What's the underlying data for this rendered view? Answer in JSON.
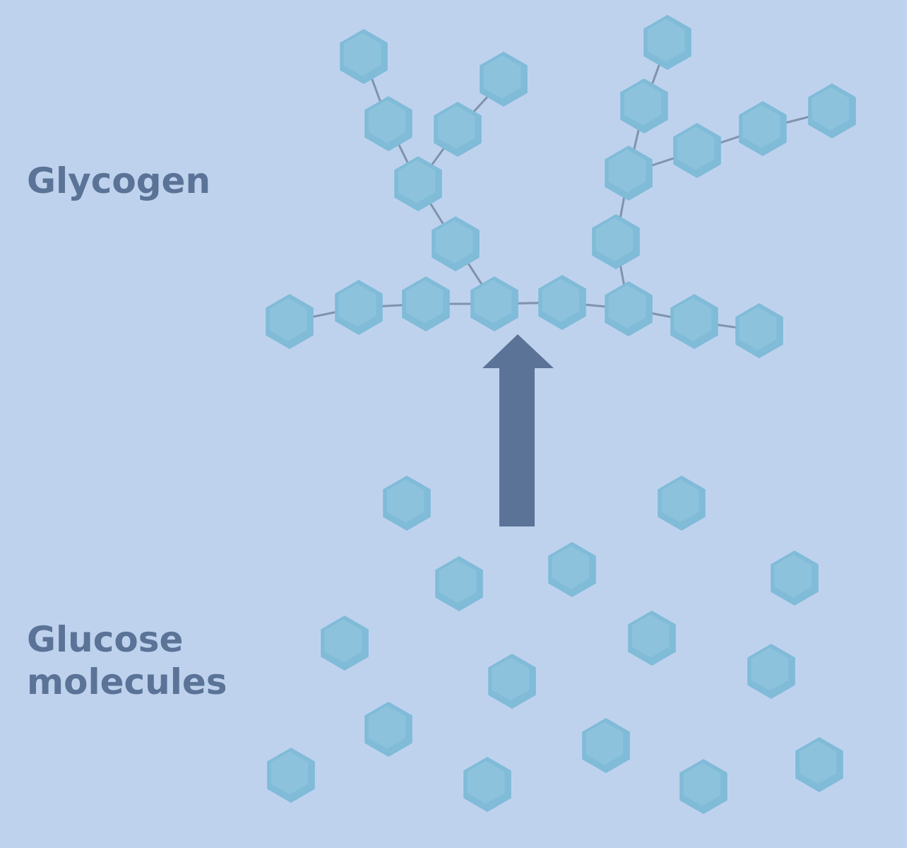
{
  "labels": {
    "glycogen": "Glycogen",
    "glucose_line1": "Glucose",
    "glucose_line2": "molecules"
  },
  "colors": {
    "background": "#bed2ee",
    "hexagon_fill": "#80bbd8",
    "hexagon_highlight": "#a7d2e6",
    "bond": "#7f93ad",
    "arrow": "#5a7396",
    "label_text": "#5a7396"
  },
  "icons": {
    "arrow": "up-arrow-icon",
    "unit": "hexagon-glucose-icon"
  }
}
